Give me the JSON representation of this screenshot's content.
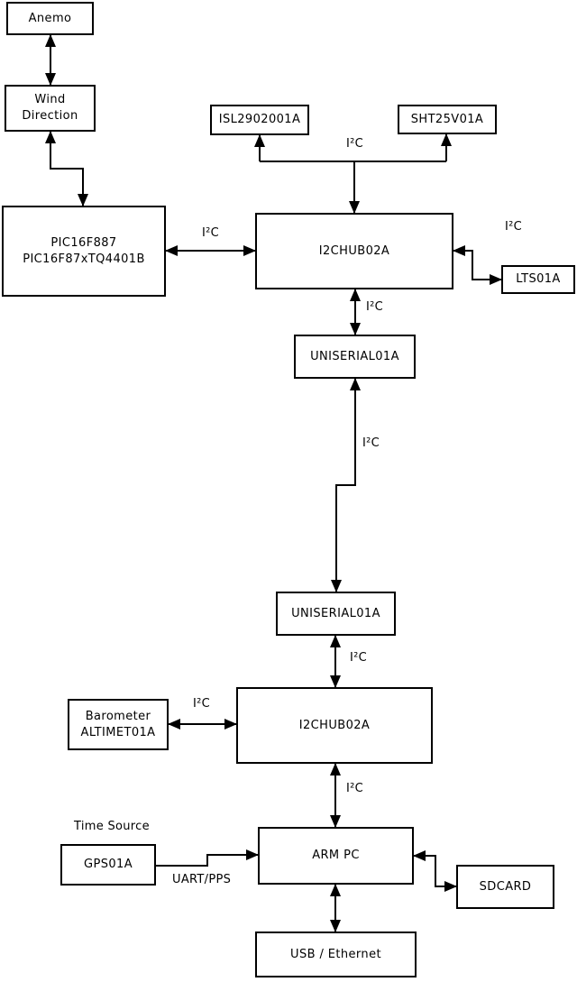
{
  "diagram": {
    "background_color": "#ffffff",
    "line_color": "#000000",
    "box_fill": "#ffffff"
  },
  "nodes": {
    "anemo": {
      "label": "Anemo"
    },
    "wind_direction": {
      "line1": "Wind",
      "line2": "Direction"
    },
    "pic": {
      "line1": "PIC16F887",
      "line2": "PIC16F87xTQ4401B"
    },
    "isl": {
      "label": "ISL2902001A"
    },
    "sht": {
      "label": "SHT25V01A"
    },
    "i2chub_top": {
      "label": "I2CHUB02A"
    },
    "lts": {
      "label": "LTS01A"
    },
    "uniserial_top": {
      "label": "UNISERIAL01A"
    },
    "uniserial_bottom": {
      "label": "UNISERIAL01A"
    },
    "i2chub_bottom": {
      "label": "I2CHUB02A"
    },
    "barometer": {
      "line1": "Barometer",
      "line2": "ALTIMET01A"
    },
    "gps": {
      "label": "GPS01A"
    },
    "arm_pc": {
      "label": "ARM PC"
    },
    "sdcard": {
      "label": "SDCARD"
    },
    "usb_ethernet": {
      "label": "USB / Ethernet"
    }
  },
  "edge_labels": {
    "i2c": "I²C",
    "uart_pps": "UART/PPS",
    "time_source": "Time Source"
  }
}
